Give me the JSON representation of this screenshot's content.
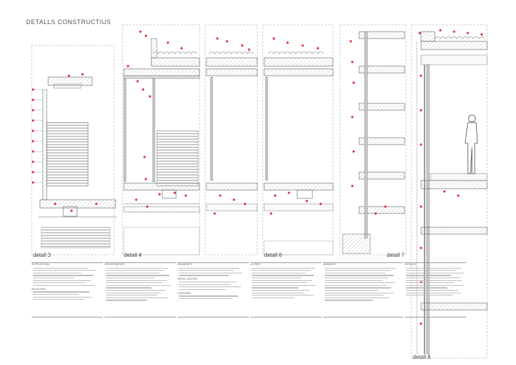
{
  "sheet": {
    "title": "DETALLS CONSTRUCTIUS"
  },
  "details": [
    {
      "id": "d3",
      "label": "detall 3"
    },
    {
      "id": "d4",
      "label": "detall 4"
    },
    {
      "id": "d6",
      "label": "detall 6"
    },
    {
      "id": "d7",
      "label": "detall 7"
    },
    {
      "id": "d8",
      "label": "detall 8"
    }
  ],
  "legend": {
    "col1": {
      "head": "ESTRUCTURA",
      "sub": "ENVOLTANT"
    },
    "col2": {
      "head": "REVESTIMENTS"
    },
    "col3": {
      "head": "PAVIMENTS",
      "sub": "INSTAL·LACIONS",
      "sub2": "FUSTERIES"
    },
    "col4": {
      "head": "ALTRES"
    },
    "col5": {
      "head": "BARANES"
    },
    "col6": {
      "head": "DETALLS"
    }
  },
  "colors": {
    "line": "#555555",
    "mark": "#e0262b",
    "hatch": "#9a9a9a",
    "frame": "#999999"
  }
}
